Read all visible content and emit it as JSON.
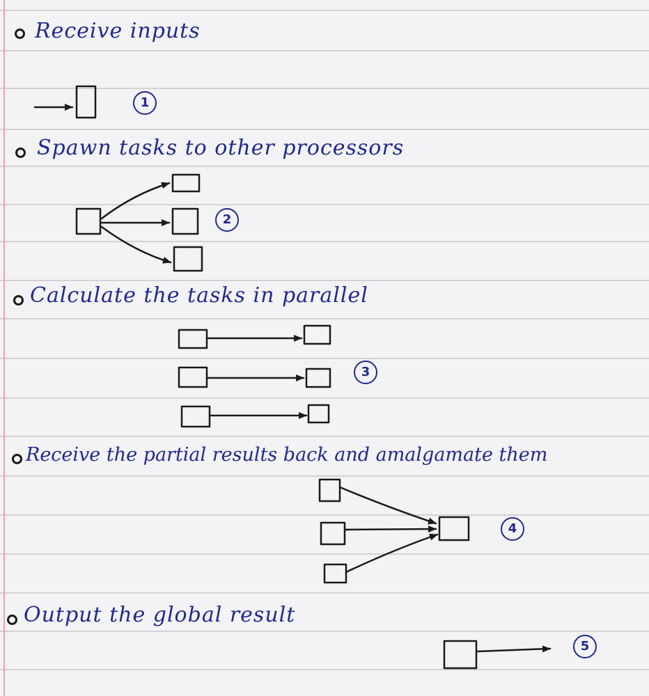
{
  "steps": [
    {
      "text": "Receive inputs",
      "number": "1"
    },
    {
      "text": "Spawn tasks to other processors",
      "number": "2"
    },
    {
      "text": "Calculate the tasks in parallel",
      "number": "3"
    },
    {
      "text": "Receive the partial results back and amalgamate them",
      "number": "4"
    },
    {
      "text": "Output the global result",
      "number": "5"
    }
  ],
  "colors": {
    "ink_blue": "#1f2a8c",
    "ink_black": "#1a1a1a",
    "paper": "#f3f2f4",
    "rule_line": "#c9c6cc",
    "margin_line": "#e8a4a4"
  }
}
